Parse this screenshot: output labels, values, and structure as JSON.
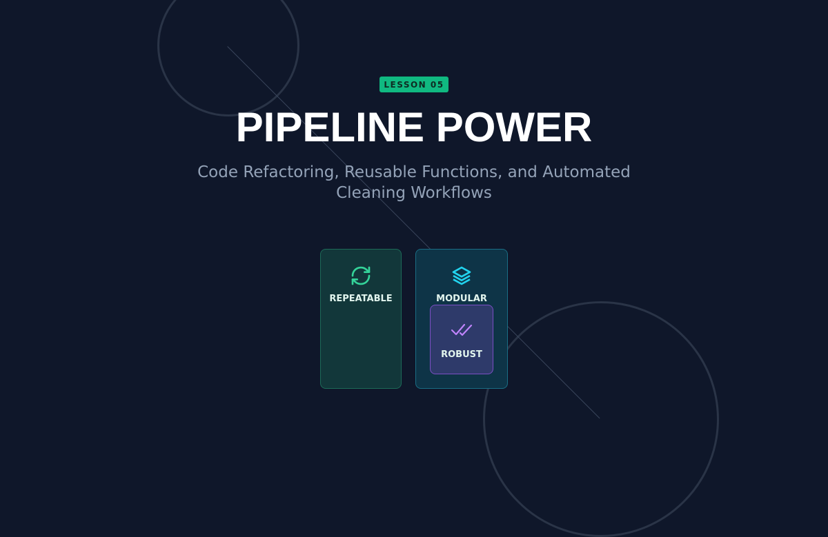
{
  "badge": "LESSON 05",
  "title": "PIPELINE POWER",
  "subtitle": "Code Refactoring, Reusable Functions, and Automated Cleaning Workflows",
  "cards": [
    {
      "label": "REPEATABLE",
      "icon": "refresh-icon",
      "color": "#34d399"
    },
    {
      "label": "MODULAR",
      "icon": "layers-icon",
      "color": "#22d3ee"
    },
    {
      "label": "ROBUST",
      "icon": "double-check-icon",
      "color": "#c084fc"
    }
  ]
}
